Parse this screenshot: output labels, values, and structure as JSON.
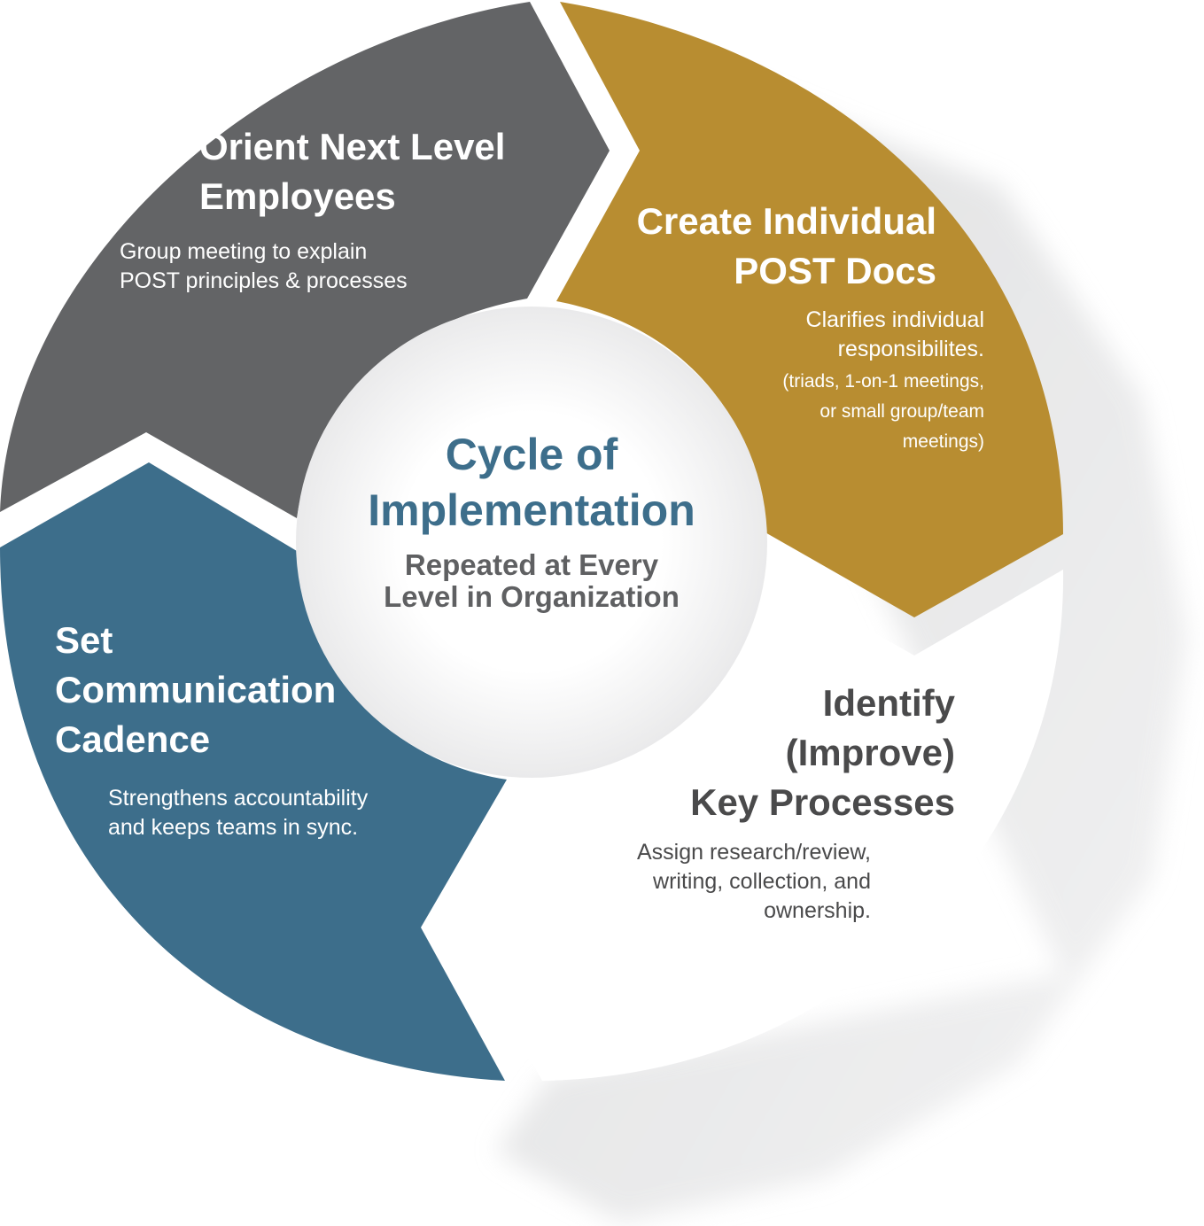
{
  "colors": {
    "orient": "#636466",
    "create": "#b88d31",
    "communication": "#3d6e8b",
    "identify": "#ffffff",
    "center_title": "#3d6e8b",
    "center_subtitle": "#5f6062",
    "dark_text": "#4a4a4b",
    "light_text": "#ffffff"
  },
  "center": {
    "title_lines": [
      "Cycle of",
      "Implementation"
    ],
    "subtitle_lines": [
      "Repeated at Every",
      "Level in Organization"
    ]
  },
  "segments": {
    "orient": {
      "title_lines": [
        "Orient Next Level",
        "Employees"
      ],
      "desc_lines": [
        "Group meeting to explain",
        "POST principles & processes"
      ]
    },
    "create": {
      "title_lines": [
        "Create Individual",
        "POST Docs"
      ],
      "desc_lines": [
        "Clarifies individual",
        "responsibilites."
      ],
      "note_lines": [
        "(triads, 1-on-1 meetings,",
        "or small group/team",
        "meetings)"
      ]
    },
    "identify": {
      "title_lines": [
        "Identify",
        "(Improve)",
        "Key Processes"
      ],
      "desc_lines": [
        "Assign research/review,",
        "writing, collection, and",
        "ownership."
      ]
    },
    "communication": {
      "title_lines": [
        "Set",
        "Communication",
        "Cadence"
      ],
      "desc_lines": [
        "Strengthens accountability",
        "and keeps teams in sync."
      ]
    }
  }
}
